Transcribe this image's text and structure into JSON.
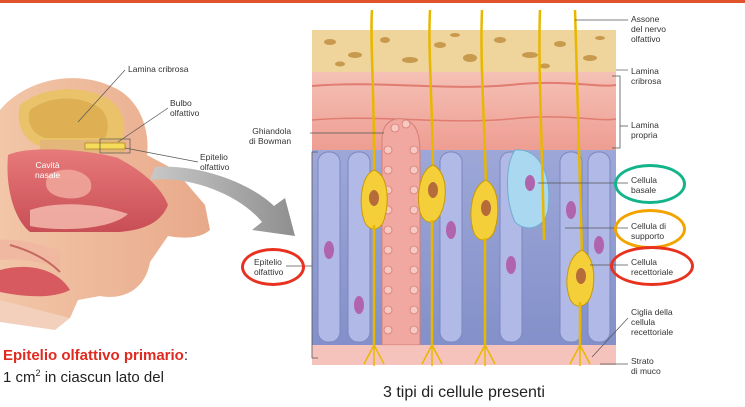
{
  "colors": {
    "red": "#e8321f",
    "orange": "#f2a400",
    "green": "#14b48a",
    "header": "#e0522b"
  },
  "head": {
    "labels": {
      "lamina_cribrosa": "Lamina cribrosa",
      "bulbo": "Bulbo\nolfattivo",
      "epitelio": "Epitelio\nolfattivo",
      "cavita": "Cavità\nnasale"
    }
  },
  "detail": {
    "labels": {
      "assone": "Assone\ndel nervo\nolfattivo",
      "lamina_cribrosa": "Lamina\ncribrosa",
      "lamina_propria": "Lamina\npropria",
      "ghiandola": "Ghiandola\ndi Bowman",
      "epitelio": "Epitelio\nolfattivo",
      "cellula_basale": "Cellula\nbasale",
      "cellula_supporto": "Cellula di\nsupporto",
      "cellula_recettoriale": "Cellula\nrecettoriale",
      "ciglia": "Ciglia della\ncellula\nrecettoriale",
      "strato_muco": "Strato\ndi muco"
    }
  },
  "text": {
    "epitelio_primario": "Epitelio olfattivo primario",
    "colon": ":",
    "line2_prefix": "1 cm",
    "line2_sup": "2",
    "line2_suffix": " in ciascun lato del",
    "caption": "3 tipi di cellule presenti"
  }
}
